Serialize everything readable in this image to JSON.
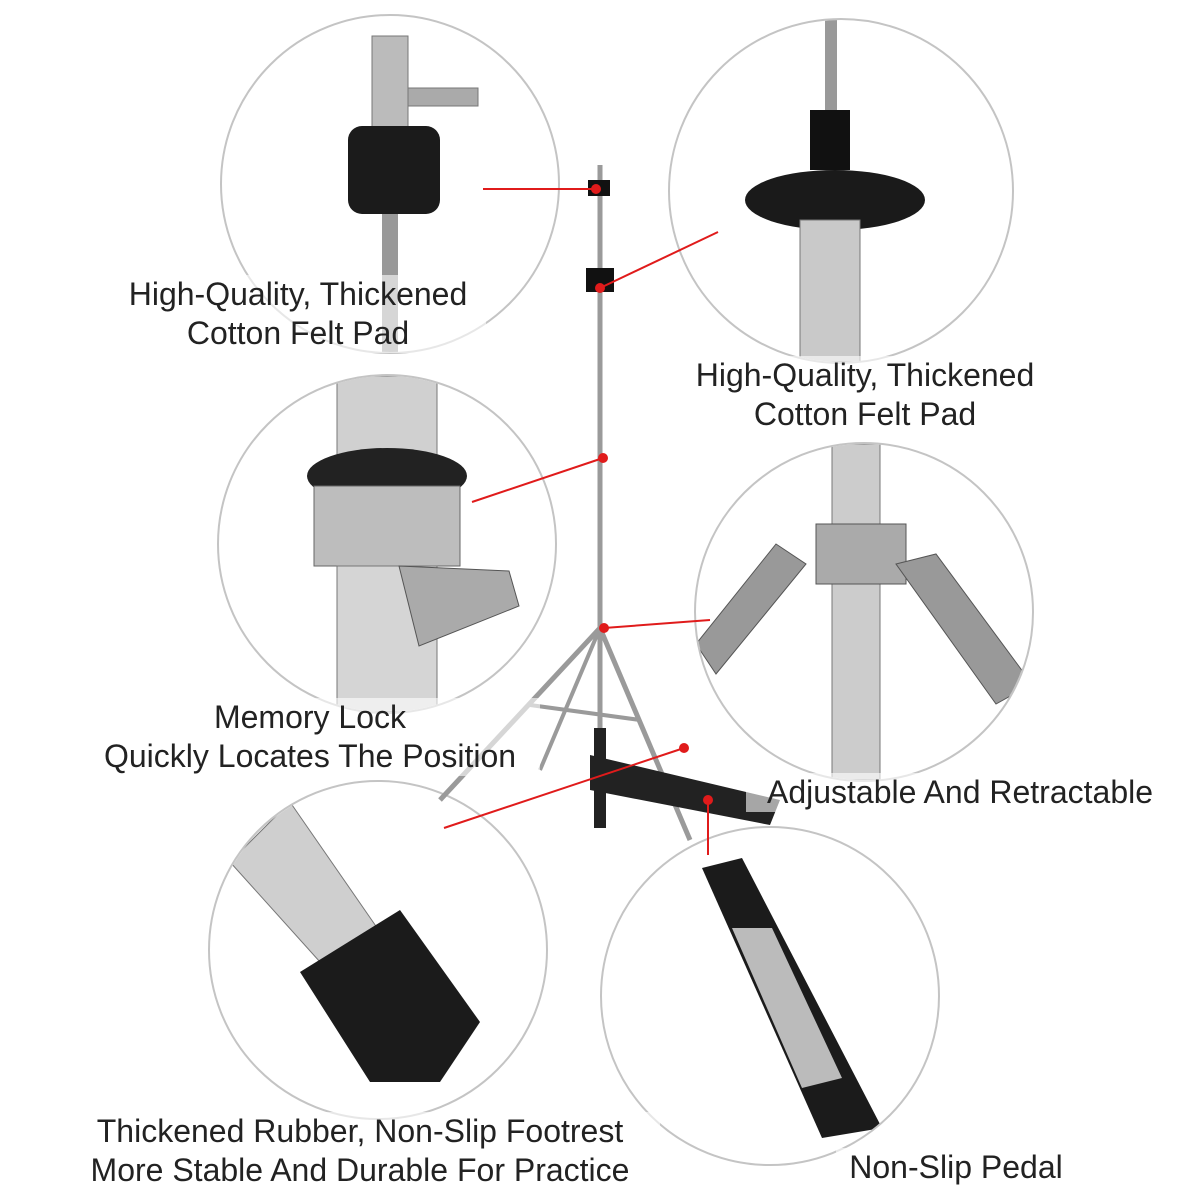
{
  "callouts": [
    {
      "line1": "High-Quality, Thickened",
      "line2": "Cotton Felt Pad"
    },
    {
      "line1": "High-Quality, Thickened",
      "line2": "Cotton Felt Pad"
    },
    {
      "line1": "Memory Lock",
      "line2": "Quickly Locates The Position"
    },
    {
      "line1": "Adjustable And Retractable"
    },
    {
      "line1": "Thickened Rubber, Non-Slip Footrest",
      "line2": "More Stable And Durable For Practice"
    },
    {
      "line1": "Non-Slip Pedal"
    }
  ],
  "colors": {
    "accent": "#e01b1b",
    "circle_border": "#c4c4c4",
    "text": "#222222"
  }
}
